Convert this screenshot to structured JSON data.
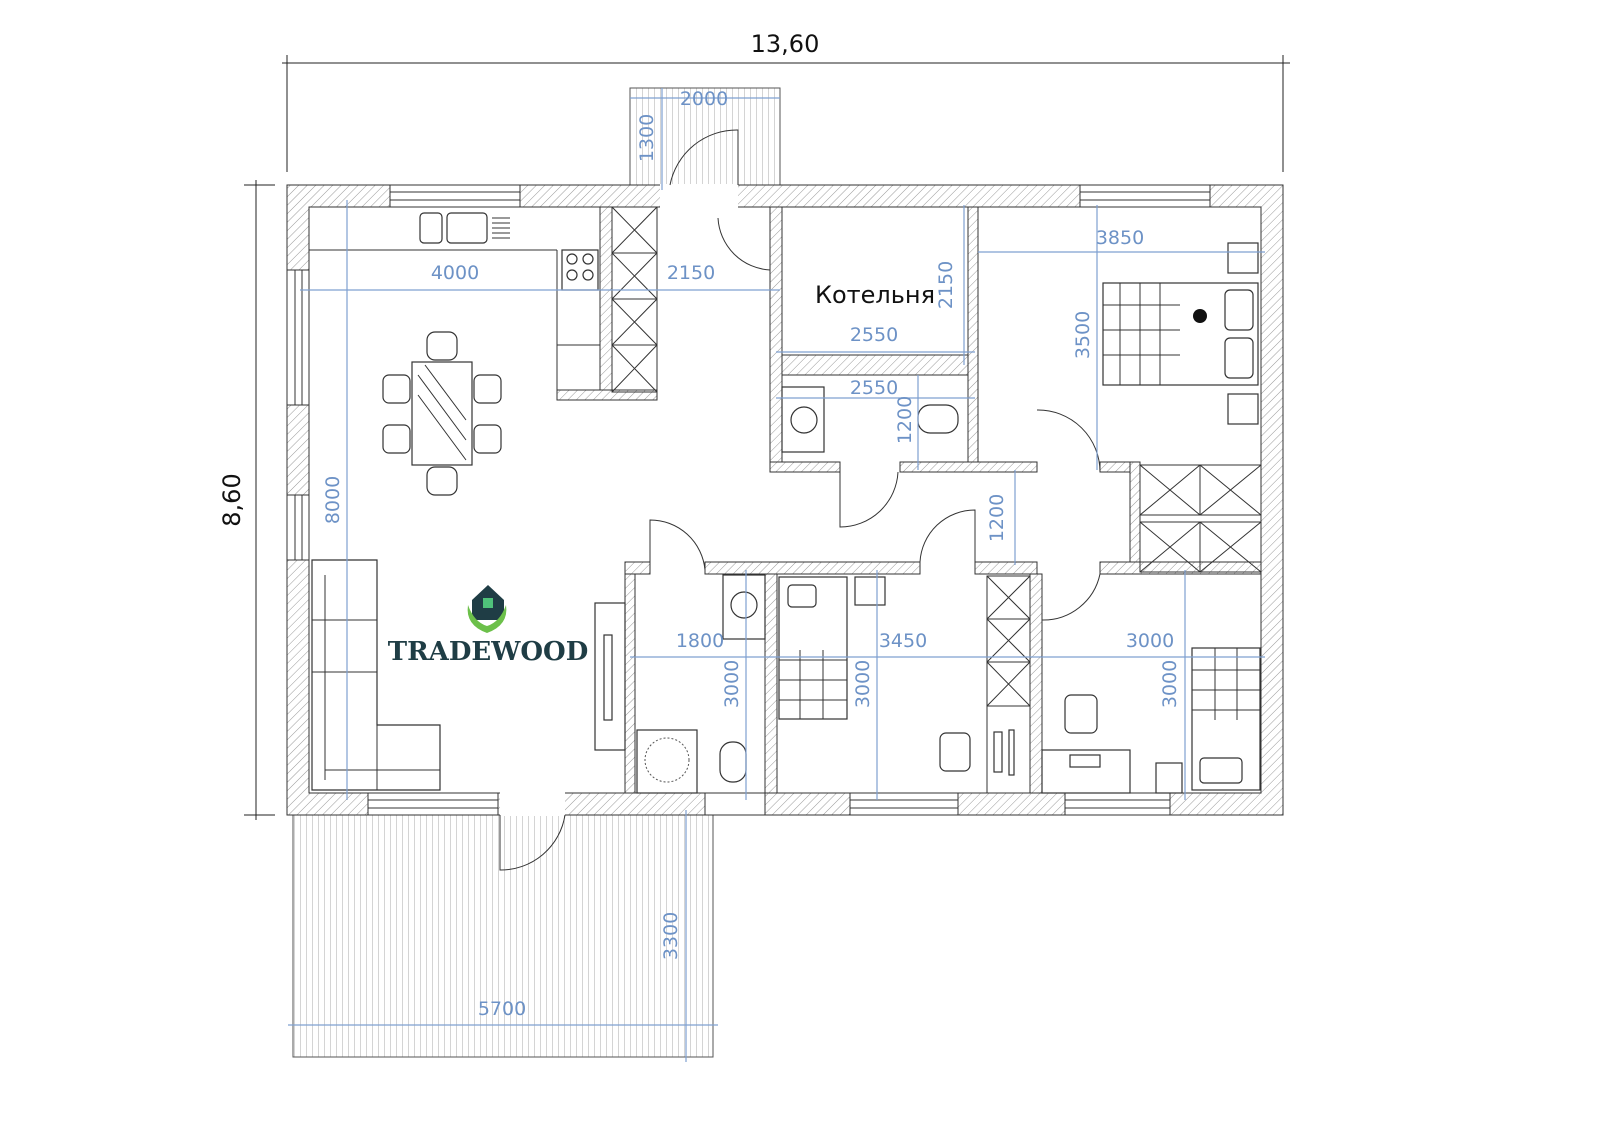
{
  "overall": {
    "width_label": "13,60",
    "height_label": "8,60"
  },
  "rooms": {
    "boiler_room": "Котельня"
  },
  "logo": {
    "text": "TRADEWOOD",
    "colors": {
      "house": "#1f3d45",
      "hands": "#6cc04a"
    }
  },
  "dimensions": {
    "porch_width": "2000",
    "porch_depth": "1300",
    "kitchen_width": "4000",
    "hall_width": "2150",
    "boiler_width": "2550",
    "boiler_depth": "2150",
    "wc_width": "2550",
    "wc_depth": "1200",
    "bedroom1_width": "3850",
    "bedroom1_depth": "3500",
    "living_depth": "8000",
    "corridor_width": "1200",
    "bath_width": "1800",
    "bath_depth": "3000",
    "bedroom2_width": "3450",
    "bedroom2_depth": "3000",
    "bedroom3_width": "3000",
    "bedroom3_depth": "3000",
    "terrace_depth": "3300",
    "terrace_width": "5700"
  },
  "colors": {
    "dimension": "#6d92c6",
    "wall_line": "#333333"
  }
}
